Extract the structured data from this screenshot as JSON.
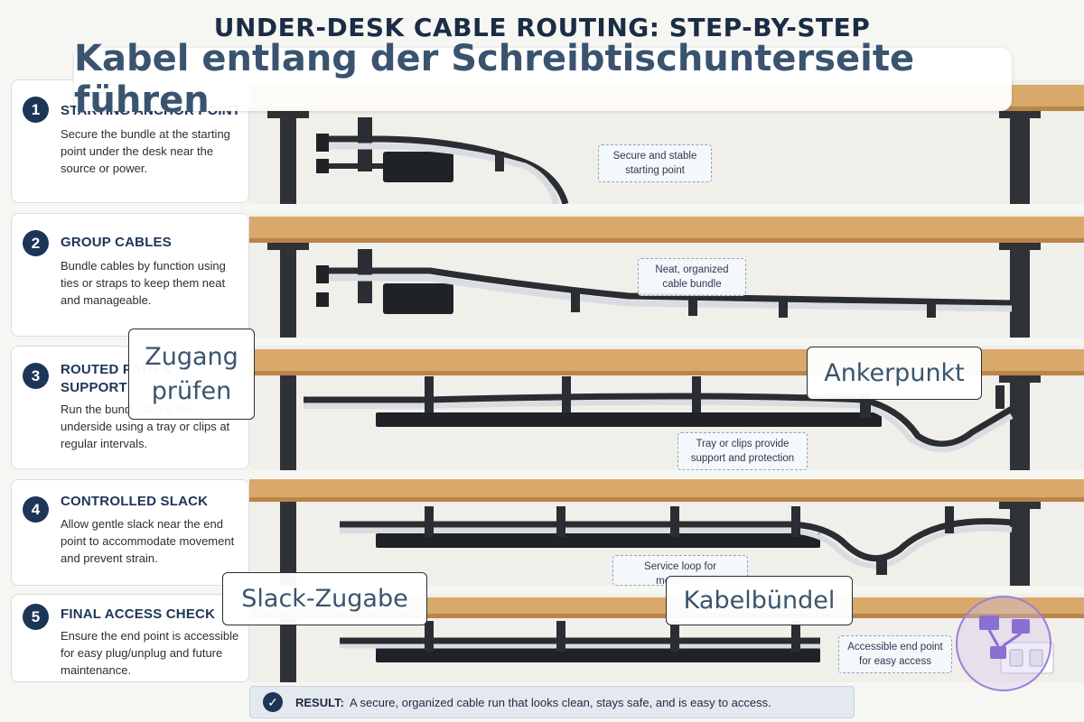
{
  "title": "UNDER-DESK CABLE ROUTING: STEP-BY-STEP",
  "overlay_title": "Kabel entlang der Schreibtischunterseite führen",
  "steps": [
    {
      "num": "1",
      "title": "STARTING ANCHOR POINT",
      "desc": "Secure the bundle at the starting point under the desk near the source or power."
    },
    {
      "num": "2",
      "title": "GROUP CABLES",
      "desc": "Bundle cables by function using ties or straps to keep them neat and manageable."
    },
    {
      "num": "3",
      "title": "ROUTED PATH & SUPPORT",
      "desc": "Run the bundle along the underside using a tray or clips at regular intervals."
    },
    {
      "num": "4",
      "title": "CONTROLLED SLACK",
      "desc": "Allow gentle slack near the end point to accommodate movement and prevent strain."
    },
    {
      "num": "5",
      "title": "FINAL ACCESS CHECK",
      "desc": "Ensure the end point is accessible for easy plug/unplug and future maintenance."
    }
  ],
  "callouts": [
    {
      "text": "Secure and stable starting point"
    },
    {
      "text": "Neat, organized cable bundle"
    },
    {
      "text": "Tray or clips provide support and protection"
    },
    {
      "text": "Service loop for movement"
    },
    {
      "text": "Accessible end point for easy access"
    }
  ],
  "overlay_labels": {
    "zugang": "Zugang prüfen",
    "anker": "Ankerpunkt",
    "slack": "Slack-Zugabe",
    "buendel": "Kabelbündel"
  },
  "result": {
    "label": "RESULT:",
    "text": "A secure, organized cable run that looks clean, stays safe, and is easy to access."
  },
  "colors": {
    "desk_wood": "#d9a96b",
    "desk_edge": "#b98548",
    "frame": "#2f3236",
    "accent_navy": "#1d3557"
  }
}
